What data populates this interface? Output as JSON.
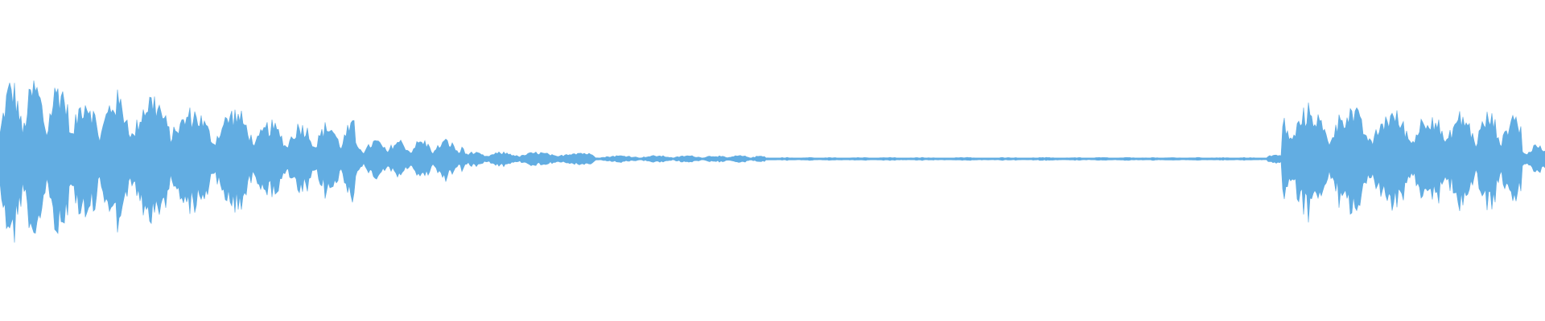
{
  "colors": {
    "background": "#ffffff",
    "waveform": "#62ade2"
  },
  "waveform": {
    "duration_fraction_start": 0.0,
    "duration_fraction_end": 1.0,
    "segments": [
      {
        "start": 0.0,
        "end": 0.045,
        "peak": 0.82
      },
      {
        "start": 0.045,
        "end": 0.115,
        "peak": 0.68
      },
      {
        "start": 0.115,
        "end": 0.165,
        "peak": 0.52
      },
      {
        "start": 0.165,
        "end": 0.23,
        "peak": 0.38
      },
      {
        "start": 0.23,
        "end": 0.3,
        "peak": 0.2
      },
      {
        "start": 0.3,
        "end": 0.385,
        "peak": 0.07
      },
      {
        "start": 0.385,
        "end": 0.495,
        "peak": 0.035
      },
      {
        "start": 0.495,
        "end": 0.82,
        "peak": 0.015
      },
      {
        "start": 0.82,
        "end": 0.83,
        "peak": 0.04
      },
      {
        "start": 0.83,
        "end": 0.88,
        "peak": 0.55
      },
      {
        "start": 0.88,
        "end": 0.935,
        "peak": 0.5
      },
      {
        "start": 0.935,
        "end": 0.985,
        "peak": 0.48
      },
      {
        "start": 0.985,
        "end": 1.0,
        "peak": 0.14
      }
    ]
  }
}
